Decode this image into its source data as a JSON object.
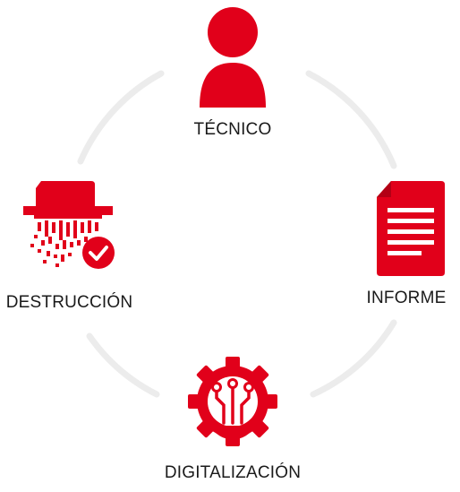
{
  "colors": {
    "accent": "#e1001a",
    "ring": "#ececec",
    "text": "#1a1a1a"
  },
  "steps": [
    {
      "label": "TÉCNICO",
      "icon": "person-icon"
    },
    {
      "label": "INFORME",
      "icon": "document-icon"
    },
    {
      "label": "DIGITALIZACIÓN",
      "icon": "gear-circuit-icon"
    },
    {
      "label": "DESTRUCCIÓN",
      "icon": "shredder-check-icon"
    }
  ]
}
